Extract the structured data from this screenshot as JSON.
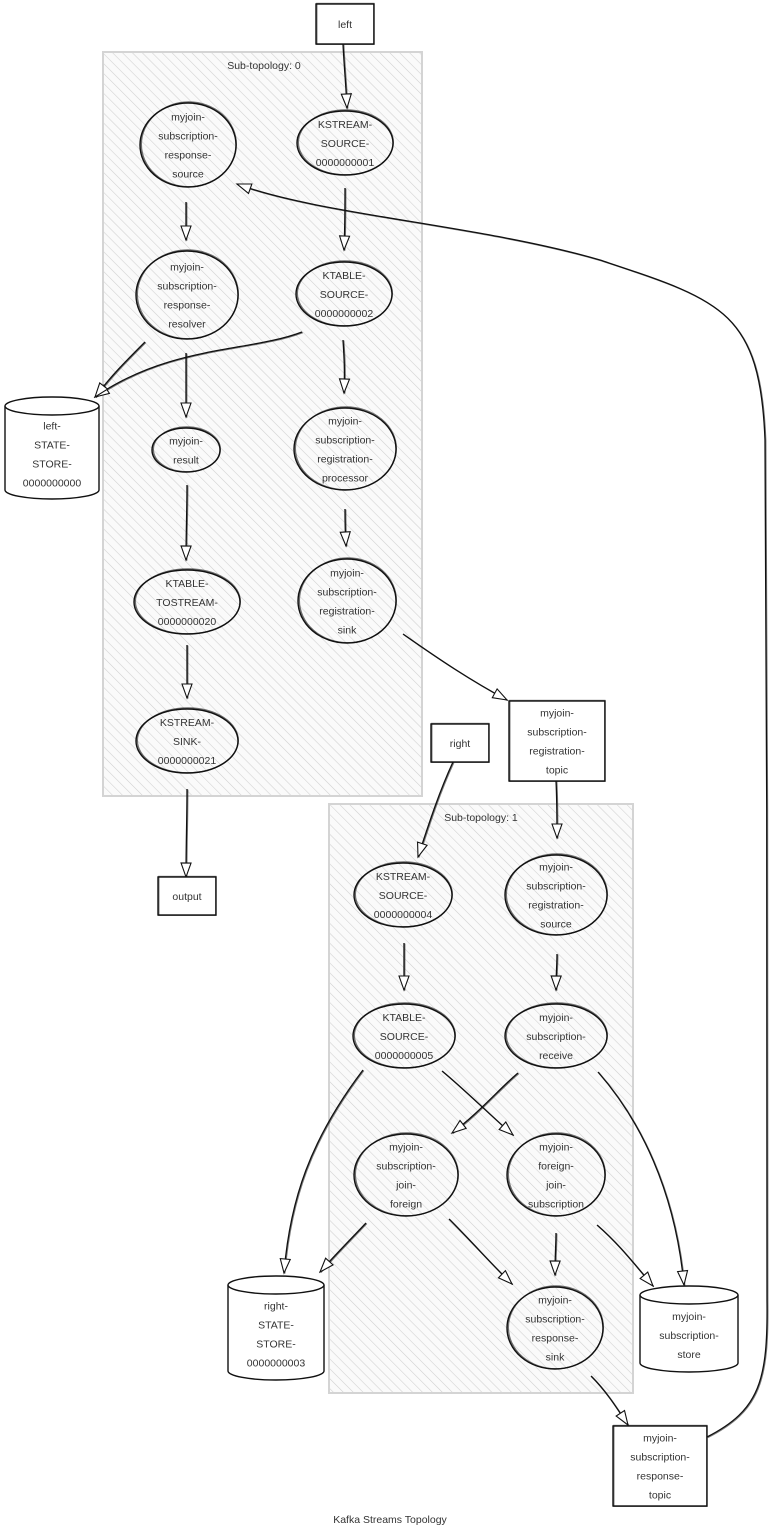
{
  "caption": "Kafka Streams Topology",
  "subtopologies": [
    {
      "id": "sub0",
      "label": "Sub-topology: 0"
    },
    {
      "id": "sub1",
      "label": "Sub-topology: 1"
    }
  ],
  "nodes": {
    "topic_left": {
      "kind": "topic",
      "lines": [
        "left"
      ]
    },
    "topic_right": {
      "kind": "topic",
      "lines": [
        "right"
      ]
    },
    "topic_output": {
      "kind": "topic",
      "lines": [
        "output"
      ]
    },
    "topic_reg": {
      "kind": "topic",
      "lines": [
        "myjoin-",
        "subscription-",
        "registration-",
        "topic"
      ]
    },
    "topic_resp": {
      "kind": "topic",
      "lines": [
        "myjoin-",
        "subscription-",
        "response-",
        "topic"
      ]
    },
    "resp_source": {
      "kind": "processor",
      "lines": [
        "myjoin-",
        "subscription-",
        "response-",
        "source"
      ]
    },
    "kstream_src1": {
      "kind": "processor",
      "lines": [
        "KSTREAM-",
        "SOURCE-",
        "0000000001"
      ]
    },
    "resp_resolver": {
      "kind": "processor",
      "lines": [
        "myjoin-",
        "subscription-",
        "response-",
        "resolver"
      ]
    },
    "ktable_src2": {
      "kind": "processor",
      "lines": [
        "KTABLE-",
        "SOURCE-",
        "0000000002"
      ]
    },
    "join_result": {
      "kind": "processor",
      "lines": [
        "myjoin-",
        "result"
      ]
    },
    "reg_processor": {
      "kind": "processor",
      "lines": [
        "myjoin-",
        "subscription-",
        "registration-",
        "processor"
      ]
    },
    "ktable_tostream": {
      "kind": "processor",
      "lines": [
        "KTABLE-",
        "TOSTREAM-",
        "0000000020"
      ]
    },
    "reg_sink": {
      "kind": "processor",
      "lines": [
        "myjoin-",
        "subscription-",
        "registration-",
        "sink"
      ]
    },
    "kstream_sink": {
      "kind": "processor",
      "lines": [
        "KSTREAM-",
        "SINK-",
        "0000000021"
      ]
    },
    "kstream_src4": {
      "kind": "processor",
      "lines": [
        "KSTREAM-",
        "SOURCE-",
        "0000000004"
      ]
    },
    "reg_source": {
      "kind": "processor",
      "lines": [
        "myjoin-",
        "subscription-",
        "registration-",
        "source"
      ]
    },
    "ktable_src5": {
      "kind": "processor",
      "lines": [
        "KTABLE-",
        "SOURCE-",
        "0000000005"
      ]
    },
    "sub_receive": {
      "kind": "processor",
      "lines": [
        "myjoin-",
        "subscription-",
        "receive"
      ]
    },
    "join_foreign": {
      "kind": "processor",
      "lines": [
        "myjoin-",
        "subscription-",
        "join-",
        "foreign"
      ]
    },
    "foreign_join_sub": {
      "kind": "processor",
      "lines": [
        "myjoin-",
        "foreign-",
        "join-",
        "subscription"
      ]
    },
    "resp_sink": {
      "kind": "processor",
      "lines": [
        "myjoin-",
        "subscription-",
        "response-",
        "sink"
      ]
    },
    "left_store": {
      "kind": "store",
      "lines": [
        "left-",
        "STATE-",
        "STORE-",
        "0000000000"
      ]
    },
    "right_store": {
      "kind": "store",
      "lines": [
        "right-",
        "STATE-",
        "STORE-",
        "0000000003"
      ]
    },
    "sub_store": {
      "kind": "store",
      "lines": [
        "myjoin-",
        "subscription-",
        "store"
      ]
    }
  },
  "edges": [
    {
      "from": "topic_left",
      "to": "kstream_src1"
    },
    {
      "from": "kstream_src1",
      "to": "ktable_src2"
    },
    {
      "from": "ktable_src2",
      "to": "reg_processor"
    },
    {
      "from": "ktable_src2",
      "to": "left_store"
    },
    {
      "from": "reg_processor",
      "to": "reg_sink"
    },
    {
      "from": "reg_sink",
      "to": "topic_reg"
    },
    {
      "from": "resp_source",
      "to": "resp_resolver"
    },
    {
      "from": "resp_resolver",
      "to": "left_store"
    },
    {
      "from": "resp_resolver",
      "to": "join_result"
    },
    {
      "from": "join_result",
      "to": "ktable_tostream"
    },
    {
      "from": "ktable_tostream",
      "to": "kstream_sink"
    },
    {
      "from": "kstream_sink",
      "to": "topic_output"
    },
    {
      "from": "topic_right",
      "to": "kstream_src4"
    },
    {
      "from": "topic_reg",
      "to": "reg_source"
    },
    {
      "from": "kstream_src4",
      "to": "ktable_src5"
    },
    {
      "from": "reg_source",
      "to": "sub_receive"
    },
    {
      "from": "ktable_src5",
      "to": "right_store"
    },
    {
      "from": "ktable_src5",
      "to": "foreign_join_sub"
    },
    {
      "from": "sub_receive",
      "to": "join_foreign"
    },
    {
      "from": "sub_receive",
      "to": "sub_store"
    },
    {
      "from": "join_foreign",
      "to": "right_store"
    },
    {
      "from": "join_foreign",
      "to": "resp_sink"
    },
    {
      "from": "foreign_join_sub",
      "to": "resp_sink"
    },
    {
      "from": "foreign_join_sub",
      "to": "sub_store"
    },
    {
      "from": "resp_sink",
      "to": "topic_resp"
    },
    {
      "from": "topic_resp",
      "to": "resp_source"
    }
  ]
}
